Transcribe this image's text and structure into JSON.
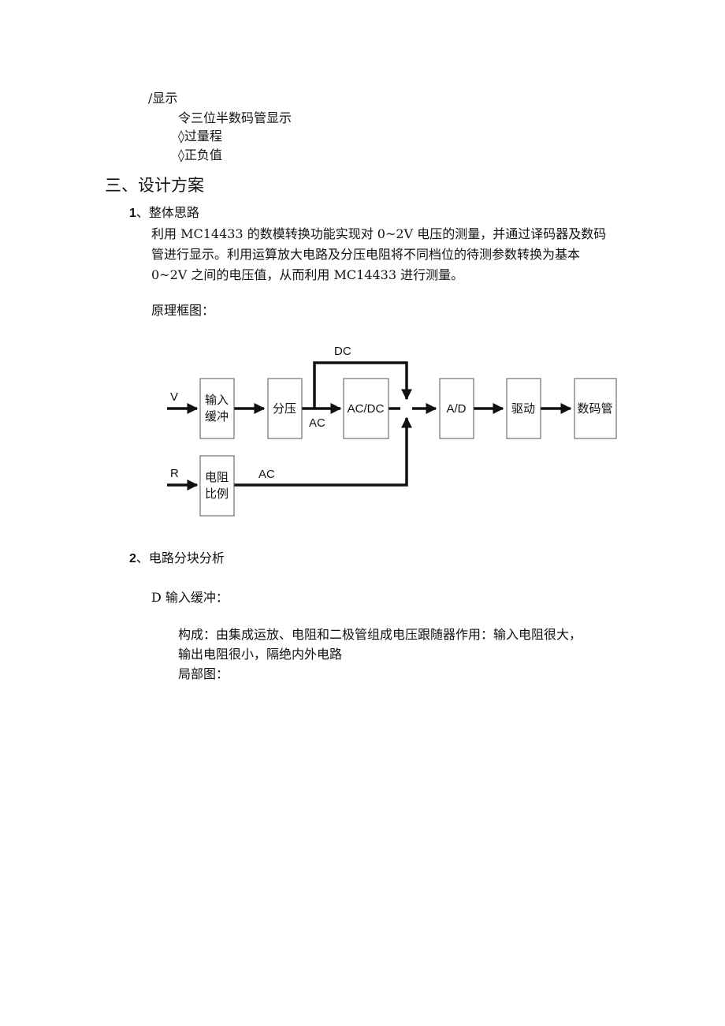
{
  "display_section": {
    "heading": "/显示",
    "items": [
      "令三位半数码管显示",
      "◊过量程",
      "◊正负值"
    ]
  },
  "section3": {
    "title": "三、设计方案",
    "sub1": {
      "number": "1",
      "title": "、整体思路",
      "lines": [
        "利用 MC14433 的数模转换功能实现对 0~2V 电压的测量，并通过译码器及数码",
        "管进行显示。利用运算放大电路及分压电阻将不同档位的待测参数转换为基本",
        "0~2V 之间的电压值，从而利用 MC14433 进行测量。"
      ],
      "diagram_caption": "原理框图："
    },
    "diagram": {
      "input_v": "V",
      "input_r": "R",
      "block_buffer": [
        "输入",
        "缓冲"
      ],
      "block_divider": "分压",
      "block_acdc": "AC/DC",
      "block_ad": "A/D",
      "block_driver": "驱动",
      "block_display": "数码管",
      "block_resistor": [
        "电阻",
        "比例"
      ],
      "label_dc": "DC",
      "label_ac_upper": "AC",
      "label_ac_lower": "AC"
    },
    "sub2": {
      "number": "2",
      "title": "、电路分块分析",
      "part": {
        "heading": "D 输入缓冲：",
        "lines": [
          "构成：由集成运放、电阻和二极管组成电压跟随器作用：输入电阻很大，",
          "输出电阻很小，隔绝内外电路"
        ],
        "partial_label": "局部图："
      }
    }
  }
}
